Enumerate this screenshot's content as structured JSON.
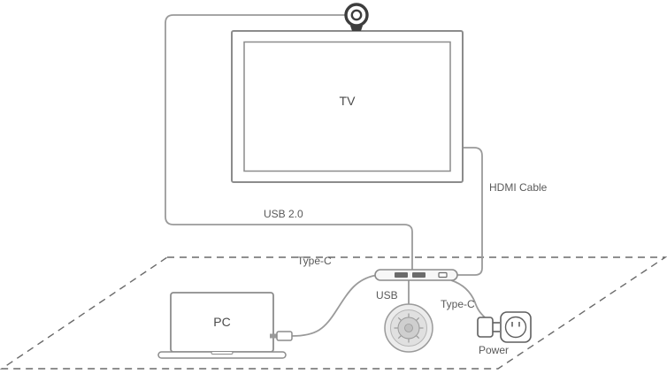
{
  "labels": {
    "tv": "TV",
    "pc": "PC",
    "usb_2_0": "USB 2.0",
    "hdmi_cable": "HDMI Cable",
    "type_c_pc": "Type-C",
    "usb_speakerphone": "USB",
    "type_c_power": "Type-C",
    "power": "Power"
  },
  "icons": {
    "camera": "camera-icon",
    "tv": "tv-display",
    "hub": "usb-hub-device",
    "laptop": "laptop-device",
    "speakerphone": "speakerphone-device",
    "power_plug": "power-plug-icon",
    "power_outlet": "power-outlet-icon",
    "table": "table-surface-outline"
  },
  "colors": {
    "cable": "#9a9a9a",
    "device_outline": "#8c8c8c",
    "camera_dark": "#3d3d3d",
    "port_fill": "#6b6b6b",
    "text": "#595959",
    "table_dash": "#6a6a6a"
  }
}
